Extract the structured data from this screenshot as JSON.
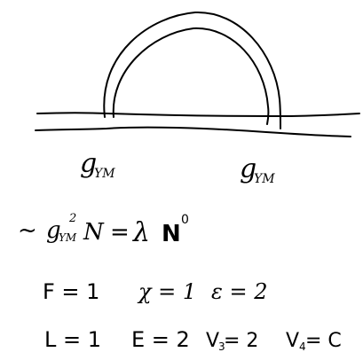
{
  "diagram": {
    "labels": {
      "left_vertex": "g",
      "left_vertex_sub": "YM",
      "right_vertex": "g",
      "right_vertex_sub": "YM"
    },
    "scaling": {
      "tilde": "~",
      "coupling": "g",
      "coupling_sub": "YM",
      "coupling_exp": "2",
      "n_var": "N",
      "equals": "=",
      "lambda": "λ",
      "n_var2": "N",
      "n_exp": "0"
    },
    "counts": {
      "row1": [
        "F = 1",
        "χ = 1",
        "ε = 2"
      ],
      "row2": [
        "L = 1",
        "E = 2",
        "V",
        "3",
        " = 2",
        "V",
        "4",
        " = C"
      ]
    }
  }
}
